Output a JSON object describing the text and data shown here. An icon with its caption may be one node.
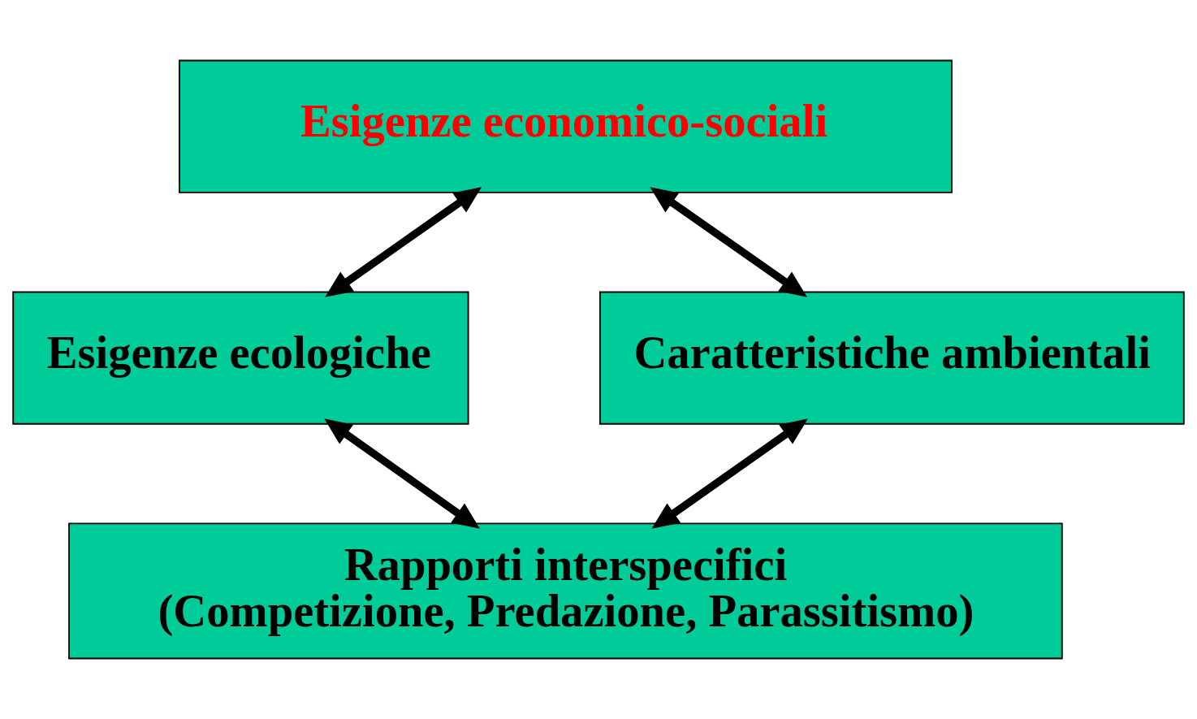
{
  "diagram": {
    "nodes": [
      {
        "text": [
          "Esigenze economico-sociali"
        ]
      },
      {
        "text": [
          "Esigenze ecologiche"
        ]
      },
      {
        "text": [
          "Caratteristiche ambientali"
        ]
      },
      {
        "text": [
          "Rapporti interspecifici",
          "(Competizione, Predazione, Parassitismo)"
        ]
      }
    ],
    "edges": [
      {
        "from": 0,
        "to": 1,
        "arrow": "both"
      },
      {
        "from": 0,
        "to": 2,
        "arrow": "both"
      },
      {
        "from": 1,
        "to": 3,
        "arrow": "both"
      },
      {
        "from": 2,
        "to": 3,
        "arrow": "both"
      }
    ]
  }
}
